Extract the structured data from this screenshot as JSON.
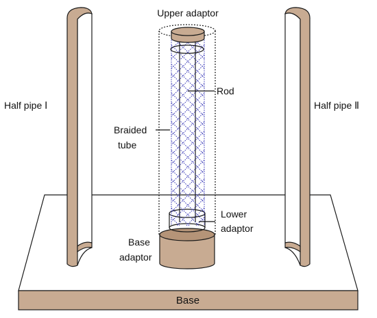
{
  "labels": {
    "upper_adaptor": "Upper adaptor",
    "rod": "Rod",
    "half_pipe_1": "Half pipe Ⅰ",
    "half_pipe_2": "Half pipe Ⅱ",
    "braided_line1": "Braided",
    "braided_line2": "tube",
    "lower_line1": "Lower",
    "lower_line2": "adaptor",
    "base_adaptor_line1": "Base",
    "base_adaptor_line2": "adaptor",
    "base": "Base"
  },
  "colors": {
    "component_fill": "#c8ab92",
    "braid_color": "#3a3ab8",
    "outline": "#1a1a1a",
    "background": "#ffffff"
  }
}
